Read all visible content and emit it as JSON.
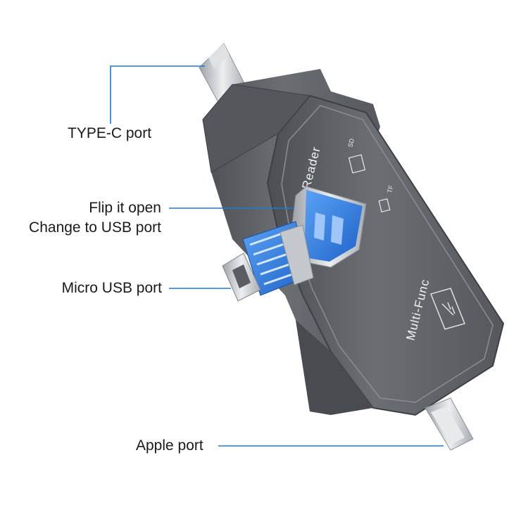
{
  "callouts": {
    "type_c": "TYPE-C port",
    "flip_line1": "Flip it open",
    "flip_line2": "Change to USB port",
    "micro_usb": "Micro USB port",
    "apple": "Apple port"
  },
  "device": {
    "brand_text_1": "Reader",
    "brand_text_2": "Multi-Func",
    "slot_tf": "TF",
    "slot_sd": "SD"
  },
  "colors": {
    "callout_line": "#1f7ad6",
    "body": "#5d6166",
    "body_dark": "#3f4347",
    "usb_blue": "#2f7fe8",
    "metal": "#c9ccd0"
  }
}
